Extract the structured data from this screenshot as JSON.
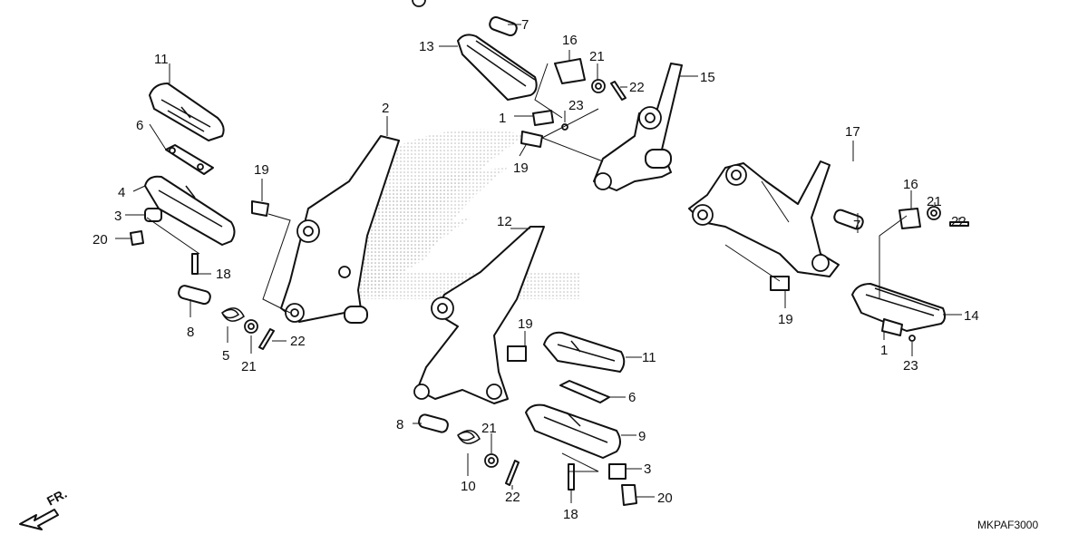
{
  "diagram_code": "MKPAF3000",
  "direction_label": "FR.",
  "callouts": [
    "1",
    "1",
    "2",
    "3",
    "3",
    "4",
    "5",
    "6",
    "6",
    "7",
    "7",
    "8",
    "8",
    "9",
    "10",
    "11",
    "11",
    "12",
    "13",
    "14",
    "15",
    "16",
    "16",
    "17",
    "18",
    "18",
    "19",
    "19",
    "19",
    "19",
    "20",
    "20",
    "21",
    "21",
    "21",
    "21",
    "22",
    "22",
    "22",
    "22",
    "23",
    "23"
  ],
  "colors": {
    "ink": "#111111",
    "background": "#ffffff",
    "watermark_dots": "#bbbbbb"
  },
  "icons": [
    "direction-arrow-icon",
    "honda-wing-logo"
  ]
}
